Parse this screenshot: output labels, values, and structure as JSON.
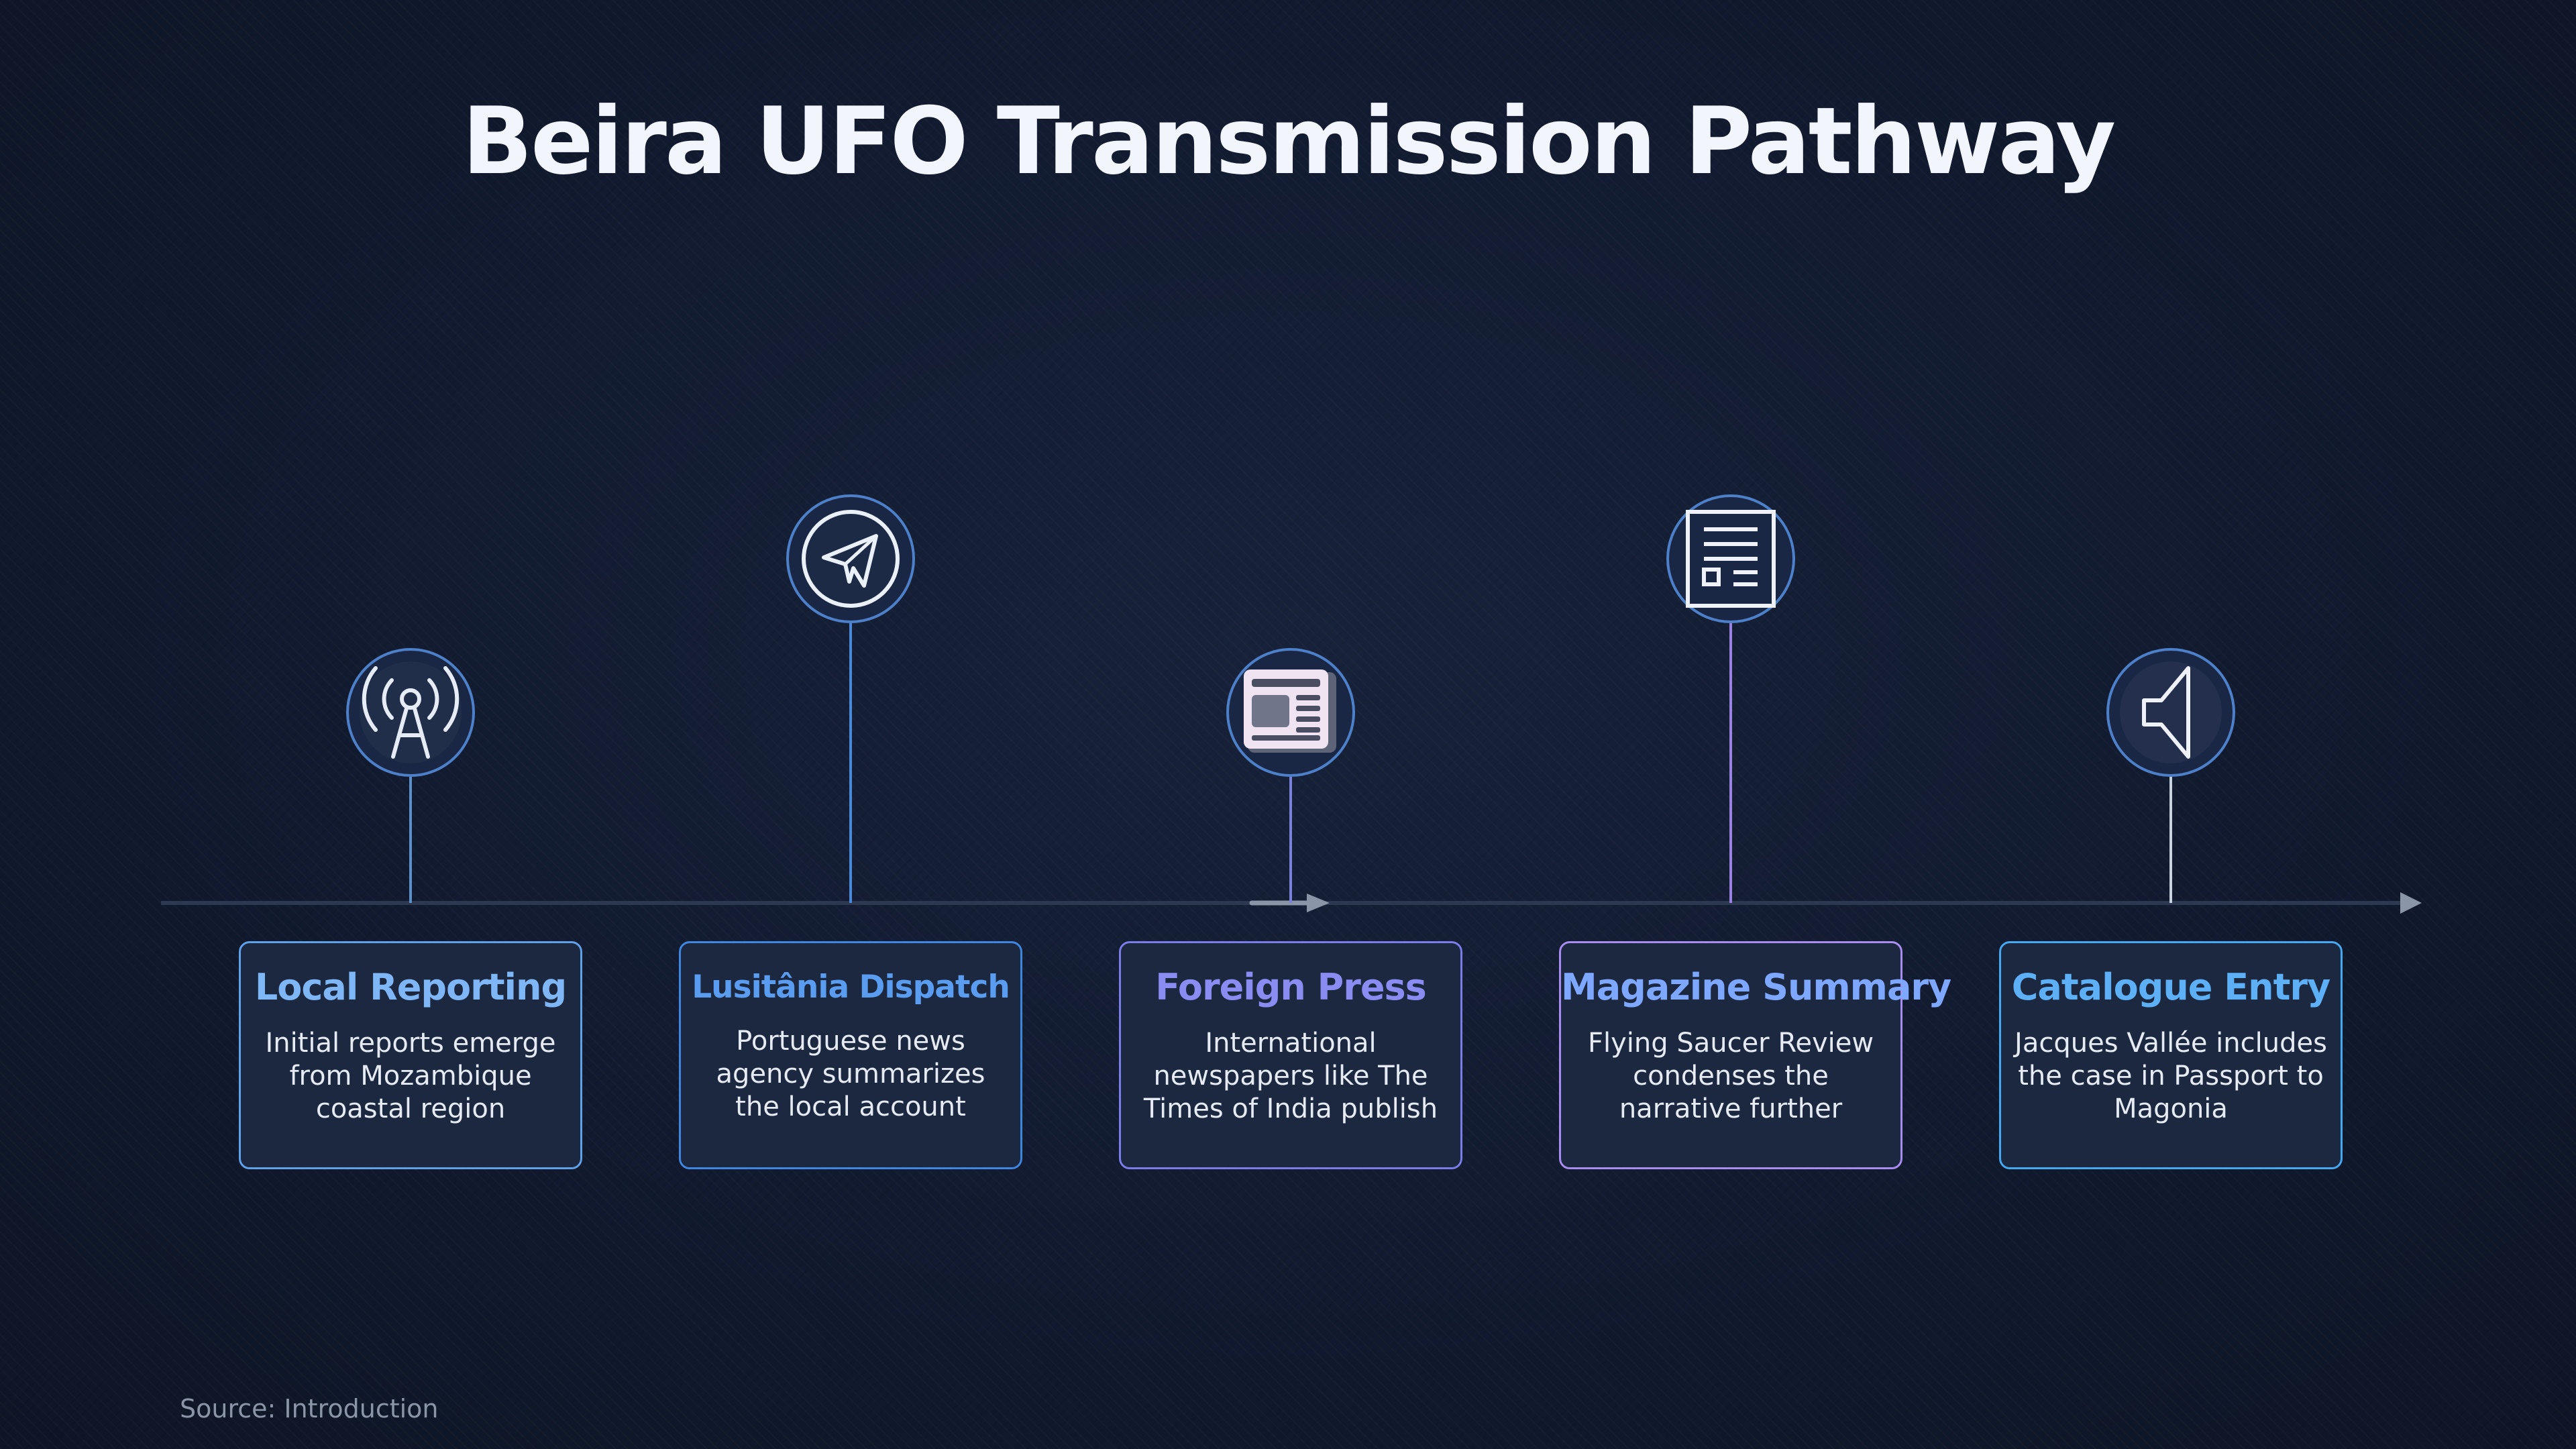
{
  "title": "Beira UFO Transmission Pathway",
  "stages": [
    {
      "title": "Local Reporting",
      "description": "Initial reports emerge from Mozambique coastal region",
      "icon": "radio-tower-icon",
      "title_color": "#7fb6f5",
      "border_color": "#5fa0e8",
      "stem_color": "#5f8fc8"
    },
    {
      "title": "Lusitânia Dispatch",
      "description": "Portuguese news agency summarizes the local account",
      "icon": "paper-plane-icon",
      "title_color": "#5a9df0",
      "border_color": "#3f86e0",
      "stem_color": "#4c88d8"
    },
    {
      "title": "Foreign Press",
      "description": "International newspapers like The Times of India publish",
      "icon": "newspaper-icon",
      "title_color": "#8a8cf2",
      "border_color": "#7a7ce8",
      "stem_color": "#7a82d8"
    },
    {
      "title": "Magazine Summary",
      "description": "Flying Saucer Review condenses the narrative further",
      "icon": "magazine-icon",
      "title_color": "#7ea8ff",
      "border_color": "#a98cf0",
      "stem_color": "#9a82e0"
    },
    {
      "title": "Catalogue Entry",
      "description": "Jacques Vallée includes the case in Passport to Magonia",
      "icon": "speaker-icon",
      "title_color": "#5db0f5",
      "border_color": "#45a8f0",
      "stem_color": "#c8d2e0"
    }
  ],
  "source": "Source: Introduction",
  "colors": {
    "background": "#111a2e",
    "axis": "#2c3850",
    "arrow": "#8a96a8",
    "card_fill": "#1c2840"
  }
}
